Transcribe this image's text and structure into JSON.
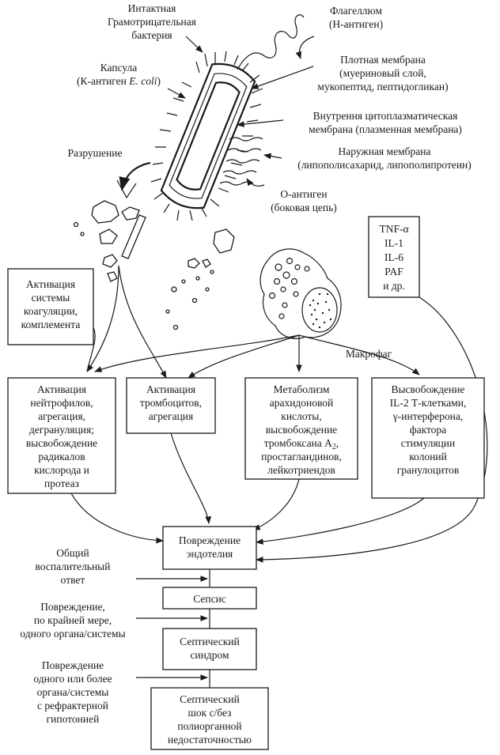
{
  "bacterium": {
    "title": [
      "Интактная",
      "Грамотрицательная",
      "бактерия"
    ],
    "flagellum": [
      "Флагеллюм",
      "(Н-антиген)"
    ],
    "capsule": [
      "Капсула",
      "(К-антиген ",
      "E. coli",
      ")"
    ],
    "dense_membrane": [
      "Плотная мембрана",
      "(муериновый слой,",
      "мукопептид, пептидогликан)"
    ],
    "inner_membrane": [
      "Внутрення цитоплазматическая",
      "мембрана (плазменная мембрана)"
    ],
    "outer_membrane": [
      "Наружная мембрана",
      "(липополисахарид, липополипротеин)"
    ],
    "o_antigen": [
      "О-антиген",
      "(боковая цепь)"
    ],
    "destruction": "Разрушение"
  },
  "cytokines": [
    "TNF-α",
    "IL-1",
    "IL-6",
    "PAF",
    "и др."
  ],
  "macrophage": "Макрофаг",
  "activation_coag": [
    "Активация",
    "системы",
    "коагуляции,",
    "комплемента"
  ],
  "effects": {
    "neutrophils": [
      "Активация",
      "нейтрофилов,",
      "агрегация,",
      "дегрануляция;",
      "высвобождение",
      "радикалов",
      "кислорода и",
      "протеаз"
    ],
    "platelets": [
      "Активация",
      "тромбоцитов,",
      "агрегация"
    ],
    "arachidonic": [
      "Метаболизм",
      "арахидоновой",
      "кислоты,",
      "высвобождение",
      "тромбоксана A",
      "простагландинов,",
      "лейкотриендов"
    ],
    "arachidonic_subscript": "2",
    "release": [
      "Высвобождение",
      "IL-2 Т-клетками,",
      "γ-интерферона,",
      "фактора",
      "стимуляции",
      "колоний",
      "гранулоцитов"
    ]
  },
  "endothelium": [
    "Повреждение",
    "эндотелия"
  ],
  "stages": {
    "sepsis": "Сепсис",
    "septic_syndrome": [
      "Септический",
      "синдром"
    ],
    "septic_shock": [
      "Септический",
      "шок с/без",
      "полиорганной",
      "недостаточностью"
    ]
  },
  "side_labels": {
    "general_response": [
      "Общий",
      "воспалительный",
      "ответ"
    ],
    "damage_one_organ": [
      "Повреждение,",
      "по крайней мере,",
      "одного органа/системы"
    ],
    "damage_multi": [
      "Повреждение",
      "одного или более",
      "органа/системы",
      "с рефрактерной",
      "гипотонией"
    ]
  }
}
